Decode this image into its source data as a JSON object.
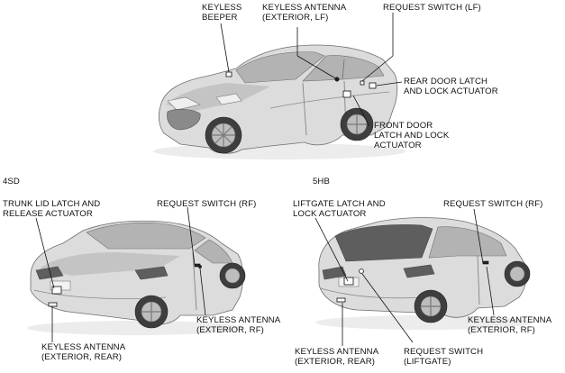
{
  "labels": {
    "keyless_beeper": [
      "KEYLESS",
      "BEEPER"
    ],
    "antenna_ext_lf": [
      "KEYLESS ANTENNA",
      "(EXTERIOR, LF)"
    ],
    "request_switch_lf": [
      "REQUEST SWITCH (LF)"
    ],
    "rear_door_latch": [
      "REAR DOOR LATCH",
      "AND LOCK ACTUATOR"
    ],
    "front_door_latch": [
      "FRONT DOOR",
      "LATCH AND LOCK",
      "ACTUATOR"
    ],
    "variant_4sd": [
      "4SD"
    ],
    "variant_5hb": [
      "5HB"
    ],
    "trunk_lid_latch": [
      "TRUNK LID LATCH AND",
      "RELEASE ACTUATOR"
    ],
    "request_switch_rf_4sd": [
      "REQUEST SWITCH (RF)"
    ],
    "antenna_ext_rf_4sd": [
      "KEYLESS ANTENNA",
      "(EXTERIOR, RF)"
    ],
    "antenna_ext_rear_4sd": [
      "KEYLESS ANTENNA",
      "(EXTERIOR, REAR)"
    ],
    "liftgate_latch": [
      "LIFTGATE LATCH AND",
      "LOCK ACTUATOR"
    ],
    "request_switch_rf_5hb": [
      "REQUEST SWITCH (RF)"
    ],
    "antenna_ext_rf_5hb": [
      "KEYLESS ANTENNA",
      "(EXTERIOR, RF)"
    ],
    "antenna_ext_rear_5hb": [
      "KEYLESS ANTENNA",
      "(EXTERIOR, REAR)"
    ],
    "request_switch_liftgate": [
      "REQUEST SWITCH",
      "(LIFTGATE)"
    ]
  }
}
